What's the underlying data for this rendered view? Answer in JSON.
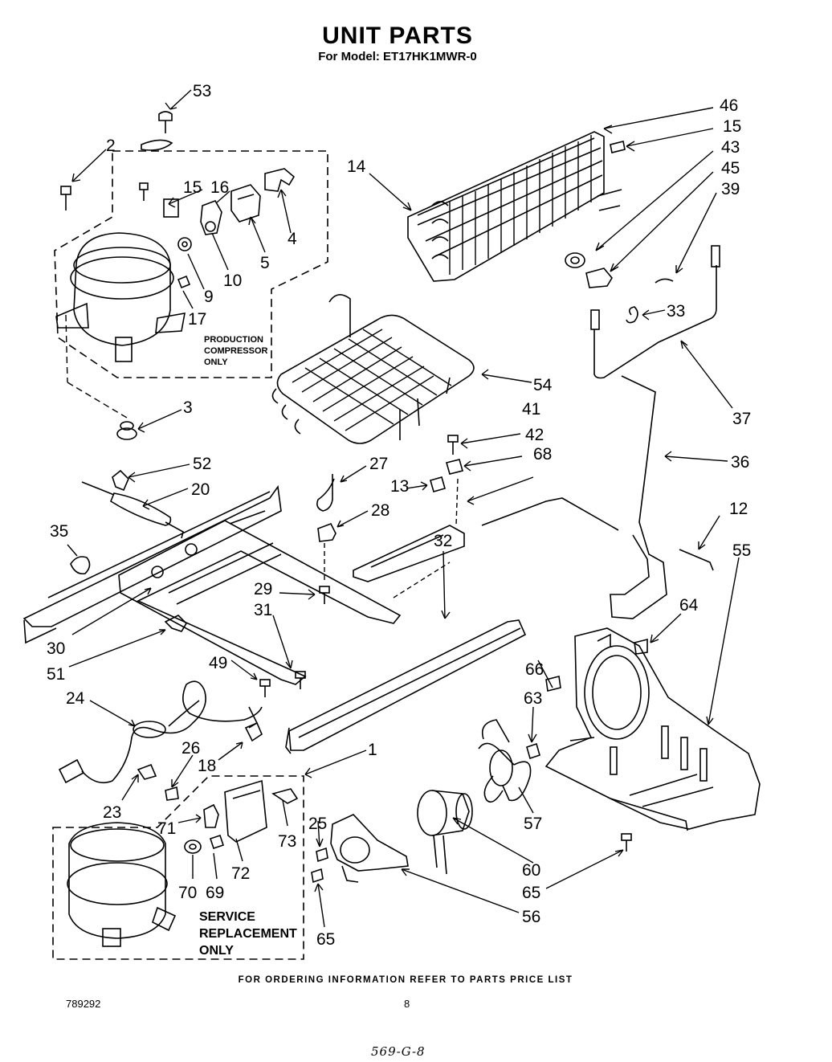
{
  "header": {
    "title": "UNIT PARTS",
    "model_line": "For Model: ET17HK1MWR-0"
  },
  "notes": {
    "production": [
      "PRODUCTION",
      "COMPRESSOR",
      "ONLY"
    ],
    "service": [
      "SERVICE",
      "REPLACEMENT",
      "ONLY"
    ]
  },
  "callouts": [
    "53",
    "2",
    "15",
    "16",
    "4",
    "5",
    "10",
    "9",
    "17",
    "3",
    "52",
    "20",
    "35",
    "30",
    "51",
    "49",
    "24",
    "26",
    "18",
    "23",
    "1",
    "71",
    "73",
    "72",
    "70",
    "69",
    "25",
    "65",
    "14",
    "46",
    "15",
    "43",
    "45",
    "39",
    "33",
    "37",
    "54",
    "41",
    "42",
    "68",
    "13",
    "27",
    "28",
    "29",
    "31",
    "32",
    "36",
    "12",
    "55",
    "64",
    "66",
    "63",
    "57",
    "60",
    "65",
    "56"
  ],
  "footer": {
    "ordering_note": "FOR ORDERING INFORMATION REFER TO PARTS PRICE LIST",
    "doc_number": "789292",
    "page_number": "8",
    "handwritten": "569-G-8"
  }
}
